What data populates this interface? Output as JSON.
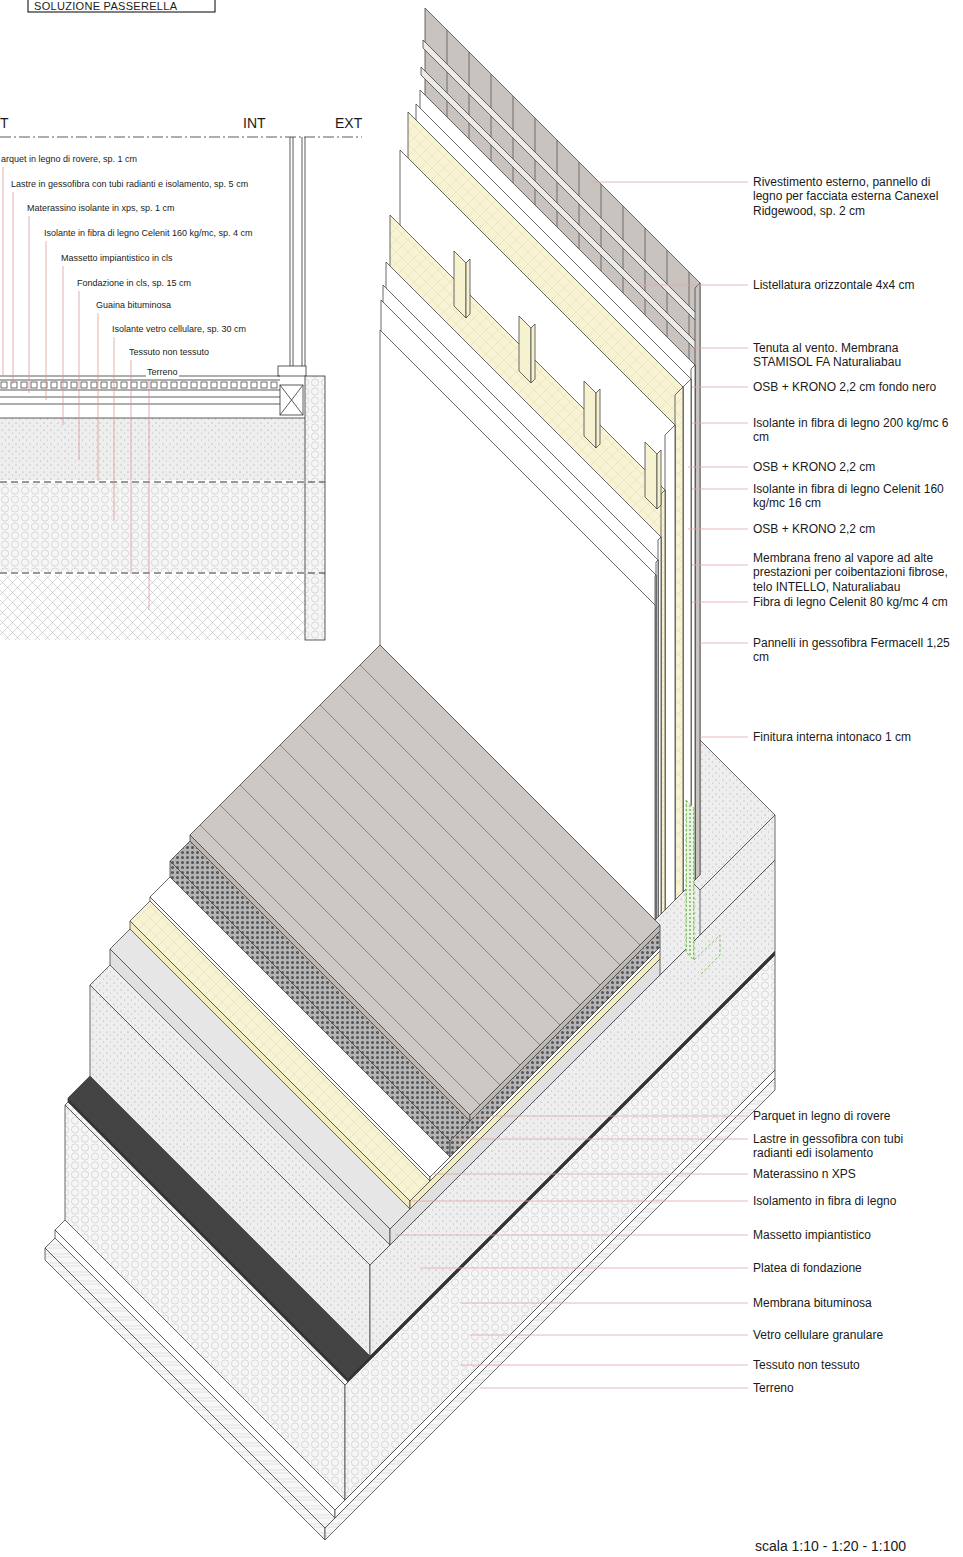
{
  "diagram": {
    "title": "SOLUZIONE PASSERELLA",
    "labels": [
      "T",
      "INT",
      "EXT",
      "arquet in legno di rovere, sp. 1 cm",
      "Lastre in gessofibra con tubi radianti e isolamento, sp. 5 cm",
      "Materassino isolante in xps, sp. 1 cm",
      "Isolante in fibra di legno Celenit 160 kg/mc, sp. 4 cm",
      "Massetto impiantistico in cls",
      "Fondazione in cls, sp. 15 cm",
      "Guaina bituminosa",
      "Isolante vetro cellulare, sp. 30 cm",
      "Tessuto non tessuto",
      "Terreno",
      "Rivestimento esterno, pannello di legno per facciata esterna Canexel Ridgewood, sp. 2 cm",
      "Listellatura orizzontale 4x4 cm",
      "Tenuta al vento. Membrana STAMISOL FA Naturaliabau",
      "OSB + KRONO 2,2 cm fondo nero",
      "Isolante in fibra di legno 200 kg/mc 6 cm",
      "OSB + KRONO 2,2 cm",
      "Isolante in fibra di legno Celenit 160 kg/mc 16 cm",
      "OSB + KRONO 2,2 cm",
      "Membrana freno al vapore ad alte prestazioni per coibentazioni fibrose, telo INTELLO, Naturaliabau",
      "Fibra di legno Celenit 80 kg/mc 4 cm",
      "Pannelli in gessofibra Fermacell 1,25 cm",
      "Finitura interna intonaco 1 cm",
      "Parquet in legno di rovere",
      "Lastre in gessofibra con tubi radianti edi isolamento",
      "Materassino n XPS",
      "Isolamento in fibra di legno",
      "Massetto impiantistico",
      "Platea di fondazione",
      "Membrana bituminosa",
      "Vetro cellulare granulare",
      "Tessuto non tessuto",
      "Terreno",
      "scala 1:10 - 1:20 - 1:100"
    ]
  }
}
